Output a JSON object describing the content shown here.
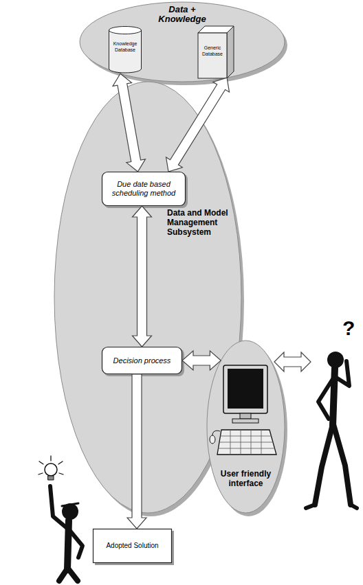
{
  "diagram": {
    "nodes": [
      {
        "text": [
          "Data + Knowledge"
        ]
      },
      {
        "text": [
          "Knowledge Database"
        ],
        "in": 0
      },
      {
        "text": [
          "Generic Database"
        ],
        "in": 0
      },
      {
        "text": [
          "Data and Model Management Subsystem"
        ]
      },
      {
        "text": [
          "Due date based scheduling method"
        ],
        "in": 3
      },
      {
        "text": [
          "Decision process"
        ],
        "in": 3
      },
      {
        "text": [
          "User friendly interface"
        ]
      },
      {
        "text": [
          "Adopted Solution"
        ]
      }
    ],
    "edges": [
      {
        "from": 0,
        "to": 4,
        "arrow": "both"
      },
      {
        "from": 0,
        "to": 4,
        "arrow": "both"
      },
      {
        "from": 4,
        "to": 5,
        "arrow": "both"
      },
      {
        "from": 5,
        "to": 6,
        "arrow": "both"
      },
      {
        "from": 5,
        "to": 7,
        "arrow": "to"
      }
    ],
    "labels": [
      "?"
    ]
  }
}
